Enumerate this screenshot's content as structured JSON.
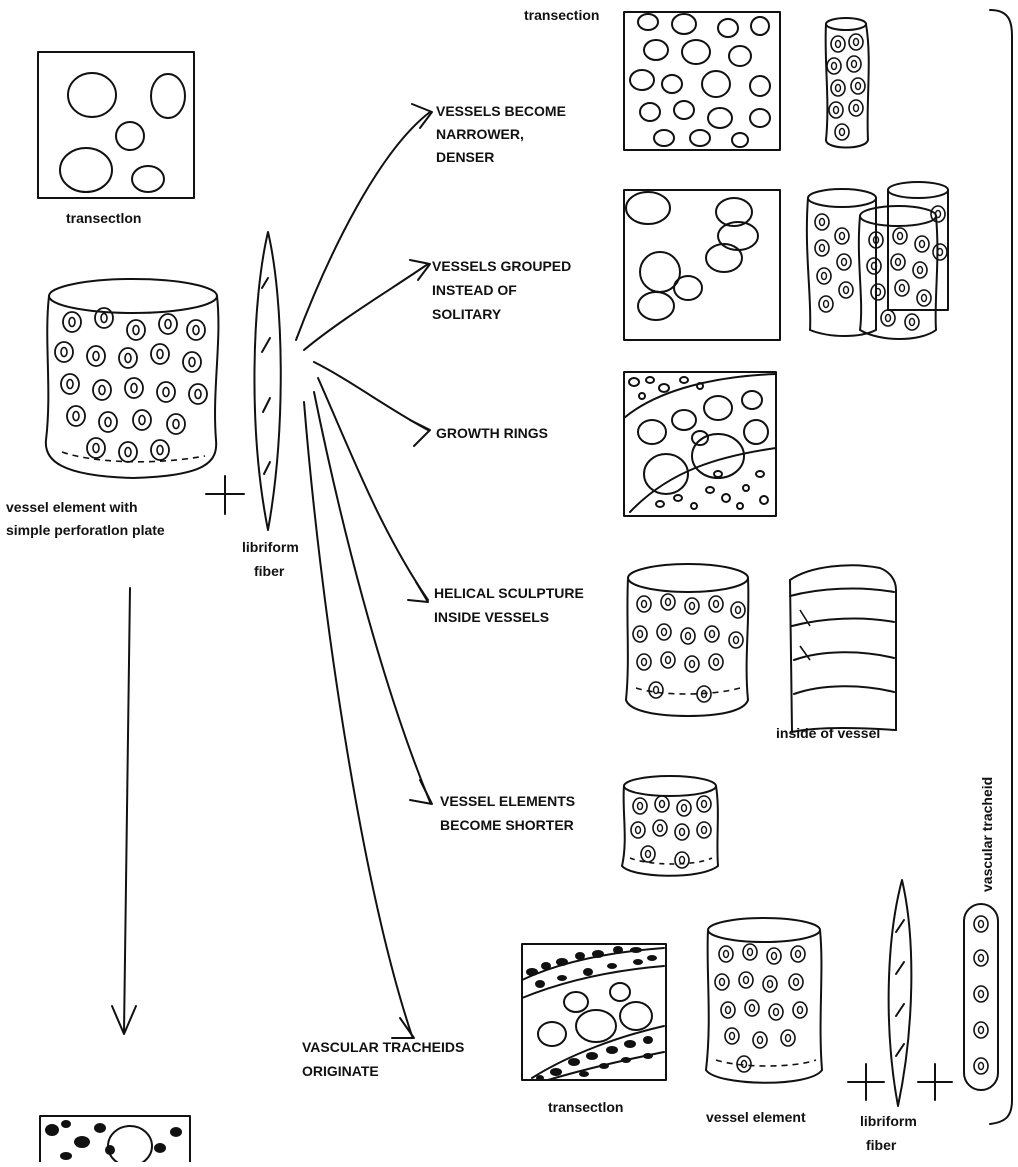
{
  "labels": {
    "transection_top_left": "transectlon",
    "vessel_element_caption_line1": "vessel element with",
    "vessel_element_caption_line2": "simple perforatlon plate",
    "libriform_line1": "libriform",
    "libriform_line2": "fiber",
    "transection_top_right": "transection",
    "trend_1_line1": "VESSELS BECOME",
    "trend_1_line2": "NARROWER,",
    "trend_1_line3": "DENSER",
    "trend_2_line1": "VESSELS GROUPED",
    "trend_2_line2": "INSTEAD OF",
    "trend_2_line3": "SOLITARY",
    "trend_3_line1": "GROWTH RINGS",
    "trend_4_line1": "HELICAL SCULPTURE",
    "trend_4_line2": "INSIDE VESSELS",
    "inside_of_vessel": "inside of vessel",
    "trend_5_line1": "VESSEL ELEMENTS",
    "trend_5_line2": "BECOME SHORTER",
    "trend_6_line1": "VASCULAR TRACHEIDS",
    "trend_6_line2": "ORIGINATE",
    "transection_bottom": "transectlon",
    "vessel_element_bottom": "vessel element",
    "libriform_bottom_line1": "libriform",
    "libriform_bottom_line2": "fiber",
    "vascular_tracheid": "vascular tracheid"
  }
}
